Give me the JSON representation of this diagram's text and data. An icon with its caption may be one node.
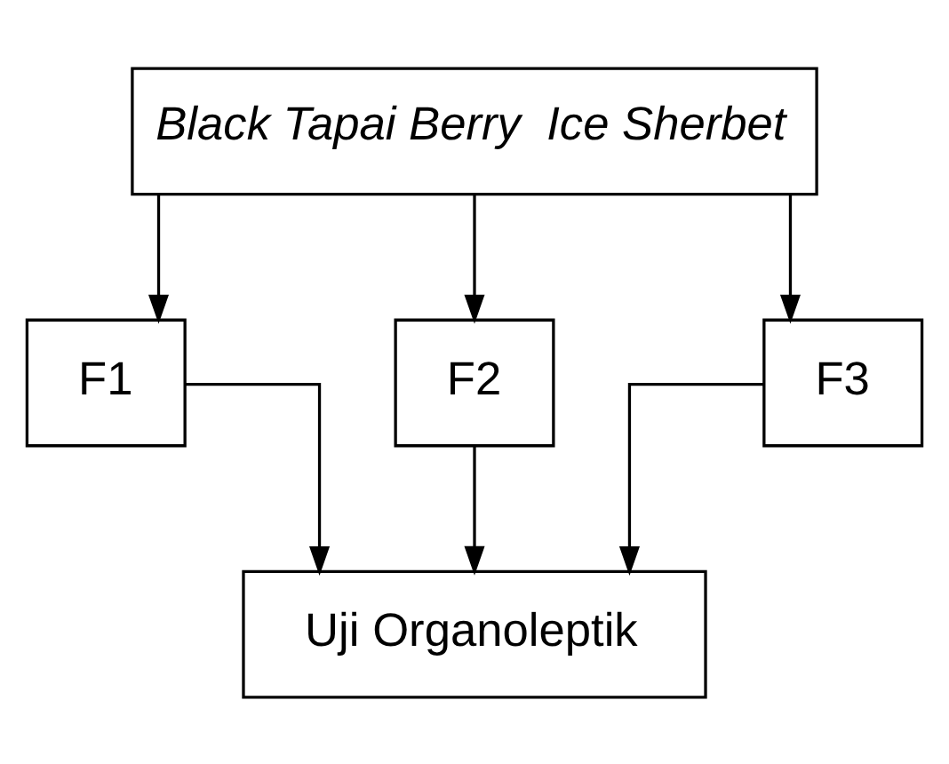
{
  "diagram": {
    "nodes": [
      {
        "text": [
          "Black Tapai Berry  Ice Sherbet"
        ]
      },
      {
        "text": [
          "F1"
        ]
      },
      {
        "text": [
          "F2"
        ]
      },
      {
        "text": [
          "F3"
        ]
      },
      {
        "text": [
          "Uji Organoleptik"
        ]
      }
    ],
    "edges": [
      {
        "from": 0,
        "to": 1,
        "arrow": "to"
      },
      {
        "from": 0,
        "to": 2,
        "arrow": "to"
      },
      {
        "from": 0,
        "to": 3,
        "arrow": "to"
      },
      {
        "from": 1,
        "to": 4,
        "arrow": "to"
      },
      {
        "from": 2,
        "to": 4,
        "arrow": "to"
      },
      {
        "from": 3,
        "to": 4,
        "arrow": "to"
      }
    ]
  }
}
